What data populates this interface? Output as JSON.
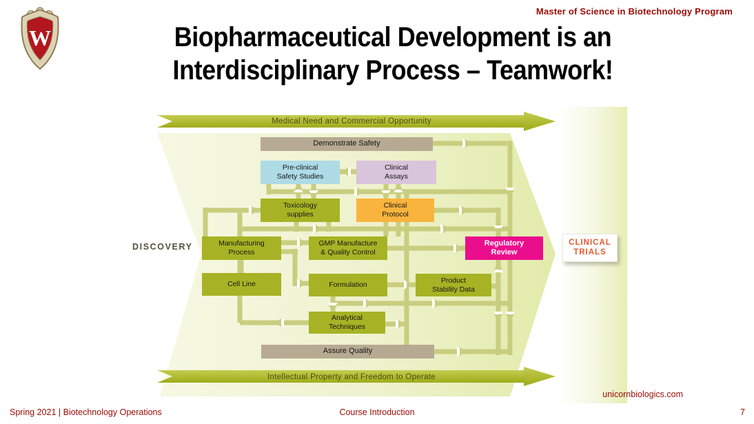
{
  "header": {
    "program": "Master of Science in Biotechnology Program",
    "title_line1": "Biopharmaceutical Development is an",
    "title_line2": "Interdisciplinary Process – Teamwork!",
    "logo_letter": "W"
  },
  "diagram": {
    "top_arrow": "Medical Need and Commercial Opportunity",
    "bottom_arrow": "Intellectual Property and Freedom to Operate",
    "discovery": "DISCOVERY",
    "boxes": {
      "demonstrate_safety": {
        "label": "Demonstrate Safety"
      },
      "preclinical": {
        "label": "Pre-clinical\nSafety Studies"
      },
      "clinical_assays": {
        "label": "Clinical\nAssays"
      },
      "toxicology": {
        "label": "Toxicology\nsupplies"
      },
      "clinical_protocol": {
        "label": "Clinical\nProtocol"
      },
      "manufacturing": {
        "label": "Manufacturing\nProcess"
      },
      "gmp": {
        "label": "GMP Manufacture\n& Quality Control"
      },
      "regulatory": {
        "label": "Regulatory\nReview"
      },
      "clinical_trials": {
        "label": "CLINICAL\nTRIALS"
      },
      "cell_line": {
        "label": "Cell Line"
      },
      "formulation": {
        "label": "Formulation"
      },
      "product_stability": {
        "label": "Product\nStability Data"
      },
      "analytical": {
        "label": "Analytical\nTechniques"
      },
      "assure_quality": {
        "label": "Assure Quality"
      }
    },
    "colors": {
      "olive": "#a7b324",
      "tan": "#b7aa92",
      "blue": "#aedbe6",
      "purple": "#d8c4db",
      "orange": "#f8b43d",
      "magenta": "#eb0e8c",
      "trials_text": "#e8582c",
      "connector": "#c9cd7f",
      "banner_arrow_dark": "#9fab1a",
      "banner_arrow_light": "#c3cc4e",
      "pale_background": "#eef2cd",
      "accent_red": "#9a0a06"
    }
  },
  "watermark": "unicornbiologics.com",
  "footer": {
    "left": "Spring 2021 | Biotechnology Operations",
    "center": "Course Introduction",
    "page": "7"
  }
}
